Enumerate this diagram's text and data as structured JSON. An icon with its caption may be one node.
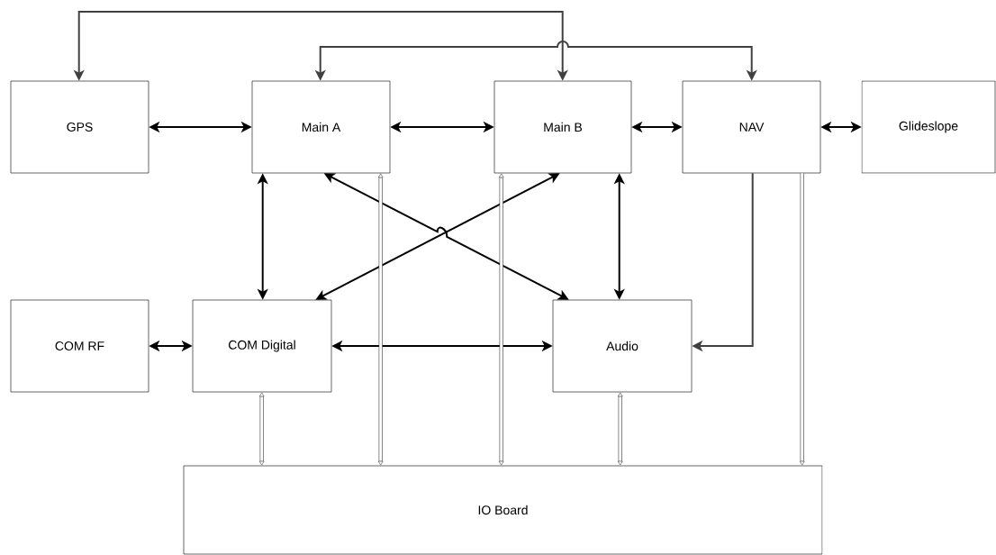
{
  "diagram": {
    "nodes": [
      {
        "text": [
          "GPS"
        ]
      },
      {
        "text": [
          "Main A"
        ]
      },
      {
        "text": [
          "Main B"
        ]
      },
      {
        "text": [
          "NAV"
        ]
      },
      {
        "text": [
          "Glideslope"
        ]
      },
      {
        "text": [
          "COM RF"
        ]
      },
      {
        "text": [
          "COM Digital"
        ]
      },
      {
        "text": [
          "Audio"
        ]
      },
      {
        "text": [
          "IO Board"
        ]
      }
    ],
    "edges": [
      {
        "from": 0,
        "to": 1,
        "arrow": "both"
      },
      {
        "from": 1,
        "to": 2,
        "arrow": "both"
      },
      {
        "from": 2,
        "to": 3,
        "arrow": "both"
      },
      {
        "from": 3,
        "to": 4,
        "arrow": "both"
      },
      {
        "from": 0,
        "to": 2,
        "arrow": "both",
        "color": "#404040"
      },
      {
        "from": 1,
        "to": 3,
        "arrow": "both",
        "color": "#404040"
      },
      {
        "from": 5,
        "to": 6,
        "arrow": "both"
      },
      {
        "from": 1,
        "to": 6,
        "arrow": "both"
      },
      {
        "from": 1,
        "to": 7,
        "arrow": "both"
      },
      {
        "from": 2,
        "to": 6,
        "arrow": "both"
      },
      {
        "from": 2,
        "to": 7,
        "arrow": "both"
      },
      {
        "from": 6,
        "to": 7,
        "arrow": "both"
      },
      {
        "from": 3,
        "to": 7,
        "arrow": "to",
        "color": "#404040"
      },
      {
        "from": 6,
        "to": 8,
        "arrow": "both",
        "style": "thick"
      },
      {
        "from": 1,
        "to": 8,
        "arrow": "both",
        "style": "thick"
      },
      {
        "from": 2,
        "to": 8,
        "arrow": "both",
        "style": "thick"
      },
      {
        "from": 7,
        "to": 8,
        "arrow": "both",
        "style": "thick"
      },
      {
        "from": 3,
        "to": 8,
        "arrow": "to",
        "style": "thick"
      }
    ]
  }
}
